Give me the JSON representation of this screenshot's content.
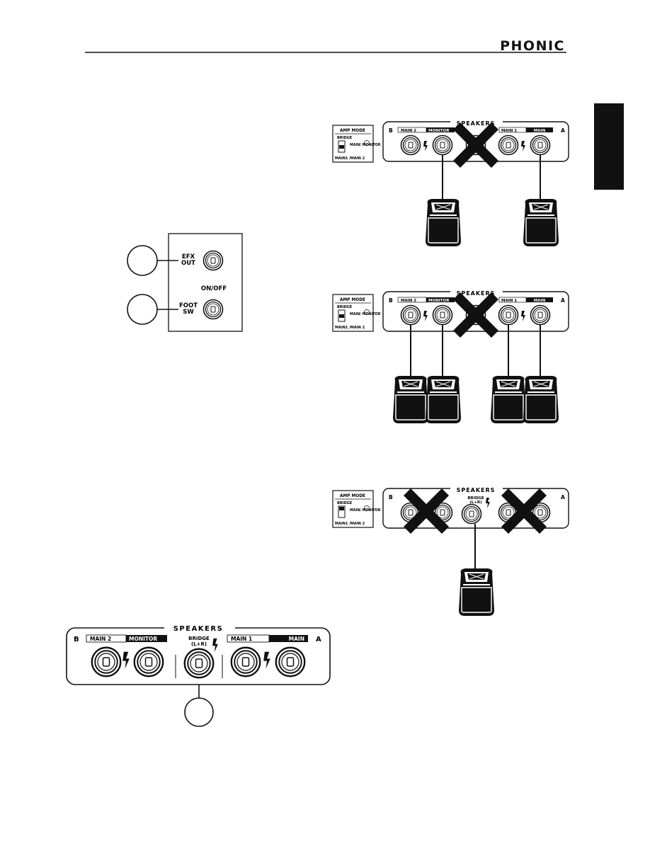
{
  "header": {
    "brand": "PHONIC"
  },
  "amp_mode": {
    "title": "AMP MODE",
    "bridge": "BRIDGE",
    "main_monitor": "MAIN/ MONITOR",
    "main12": "MAIN1 /MAIN 2"
  },
  "speakers": {
    "title": "SPEAKERS",
    "side_b": "B",
    "side_a": "A",
    "main2": "MAIN 2",
    "monitor": "MONITOR",
    "main1": "MAIN 1",
    "main": "MAIN",
    "bridge_top": "BRIDGE",
    "bridge_bottom": "(L+R)"
  },
  "efx_panel": {
    "efx_line1": "EFX",
    "efx_line2": "OUT",
    "onoff": "ON/OFF",
    "foot_line1": "FOOT",
    "foot_line2": "SW"
  }
}
